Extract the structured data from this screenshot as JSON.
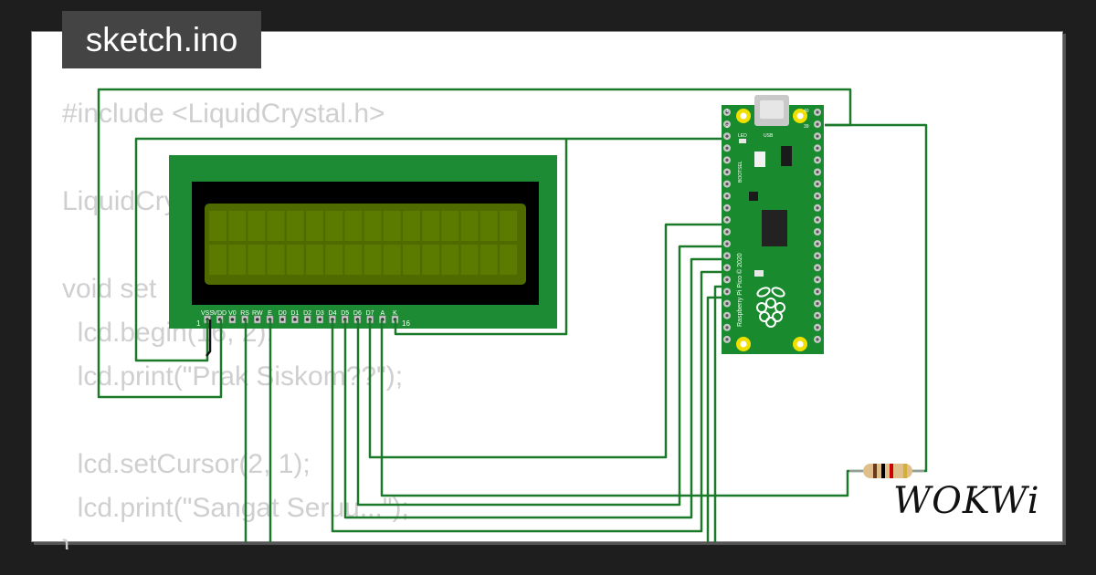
{
  "editor": {
    "file_tab": "sketch.ino",
    "code_lines": [
      "#include <LiquidCrystal.h>",
      "",
      "LiquidCrystal",
      "",
      "void set",
      "  lcd.begin(16, 2);",
      "  lcd.print(\"Prak Siskom??\");",
      "",
      "  lcd.setCursor(2, 1);",
      "  lcd.print(\"Sangat Seruu...\");",
      "}"
    ]
  },
  "lcd": {
    "pin_labels": [
      "VSS",
      "VDD",
      "V0",
      "RS",
      "RW",
      "E",
      "D0",
      "D1",
      "D2",
      "D3",
      "D4",
      "D5",
      "D6",
      "D7",
      "A",
      "K"
    ],
    "pin_first": "1",
    "pin_last": "16",
    "colors": {
      "board": "#1d8a34",
      "bezel": "#000000",
      "screen": "#4f6b00",
      "cell": "#5a7a00"
    }
  },
  "pico": {
    "label": "Raspberry Pi Pico © 2020",
    "usb_label": "USB",
    "led_label": "LED",
    "bootsel_label": "BOOTSEL",
    "pin_1": "1",
    "pin_2": "2",
    "pin_39": "39",
    "pin_40": "40",
    "colors": {
      "board": "#1a8a2e",
      "pad": "#f0e000"
    }
  },
  "resistor": {
    "bands": [
      "#6b3a1b",
      "#000000",
      "#cc0000",
      "#d4af37"
    ]
  },
  "brand": {
    "name": "WOKWi"
  },
  "wire_color": "#1b7a2a"
}
